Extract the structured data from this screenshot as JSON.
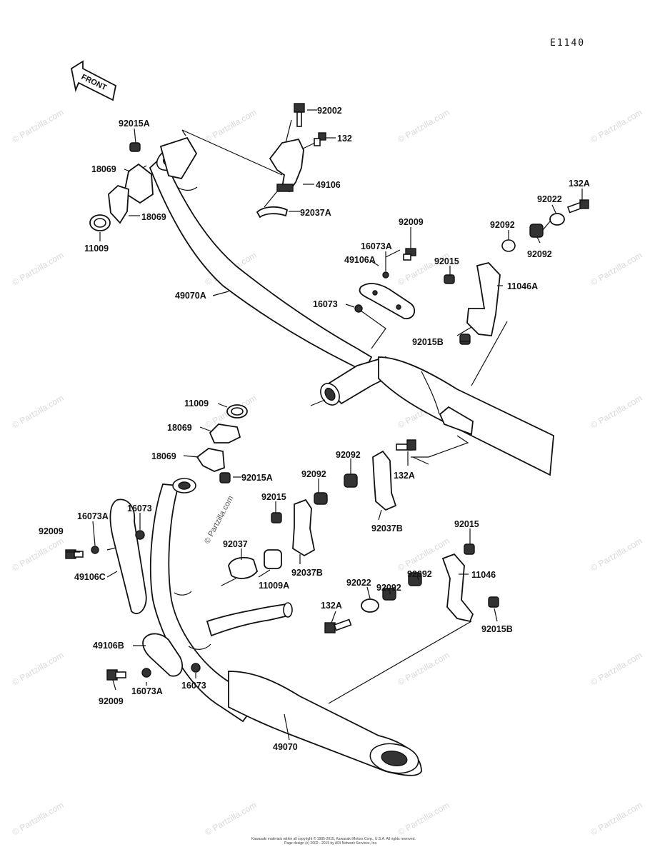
{
  "diagram_code": "E1140",
  "front_badge": "FRONT",
  "watermark": "© Partzilla.com",
  "copyright_line_1": "Kawasaki materials within all copyright © 1985-2015, Kawasaki Motors Corp., U.S.A. All rights reserved.",
  "copyright_line_2": "Page design (c) 2002 - 2015 by ARI Network Services, Inc.",
  "labels": {
    "l_92002": "92002",
    "l_132": "132",
    "l_49106": "49106",
    "l_92037A": "92037A",
    "l_92015A_top": "92015A",
    "l_18069_top1": "18069",
    "l_18069_top2": "18069",
    "l_11009_top": "11009",
    "l_49070A": "49070A",
    "l_92009_top": "92009",
    "l_16073A_top": "16073A",
    "l_49106A": "49106A",
    "l_16073_top": "16073",
    "l_132A_top": "132A",
    "l_92022_top": "92022",
    "l_92092_top1": "92092",
    "l_92092_top2": "92092",
    "l_92015_top": "92015",
    "l_11046A": "11046A",
    "l_92015B_top": "92015B",
    "l_11009_mid": "11009",
    "l_18069_mid1": "18069",
    "l_18069_mid2": "18069",
    "l_92015A_mid": "92015A",
    "l_92092_mid1": "92092",
    "l_92092_mid2": "92092",
    "l_132A_mid": "132A",
    "l_92015_mid": "92015",
    "l_92037": "92037",
    "l_11009A": "11009A",
    "l_92037B_1": "92037B",
    "l_92037B_2": "92037B",
    "l_16073A_left": "16073A",
    "l_16073_left": "16073",
    "l_92009_left": "92009",
    "l_49106C": "49106C",
    "l_92015_right": "92015",
    "l_92092_low1": "92092",
    "l_92092_low2": "92092",
    "l_11046": "11046",
    "l_92022_low": "92022",
    "l_132A_low": "132A",
    "l_92015B_low": "92015B",
    "l_49106B": "49106B",
    "l_16073A_bot": "16073A",
    "l_16073_bot": "16073",
    "l_92009_bot": "92009",
    "l_49070": "49070"
  }
}
